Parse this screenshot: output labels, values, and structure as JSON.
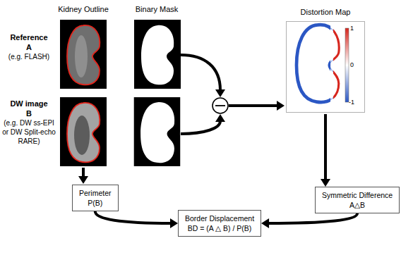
{
  "diagram": {
    "nodes": [
      {
        "text": [
          "Distortion Map"
        ]
      },
      {
        "text": [
          "Perimeter",
          "P(B)"
        ]
      },
      {
        "text": [
          "Symmetric Difference",
          "A△B"
        ]
      },
      {
        "text": [
          "Border Displacement",
          "BD = (A △ B) / P(B)"
        ]
      }
    ],
    "edges": [
      {
        "from": 0,
        "to": 2,
        "arrow": "to"
      },
      {
        "from": 1,
        "to": 3,
        "arrow": "to"
      },
      {
        "from": 2,
        "to": 3,
        "arrow": "to"
      }
    ],
    "labels": [
      "Kidney Outline",
      "Binary Mask",
      "Reference",
      "A",
      "(e.g. FLASH)",
      "DW image",
      "B",
      "(e.g. DW ss-EPI or DW Split-echo RARE)",
      "1",
      "0",
      "-1"
    ]
  }
}
